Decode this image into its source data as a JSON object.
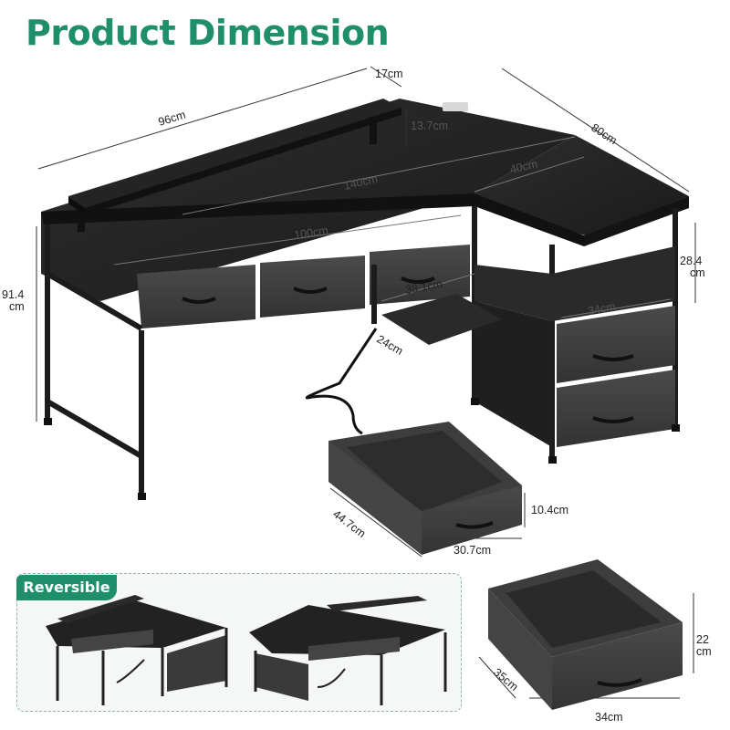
{
  "title": "Product Dimension",
  "badge": "Reversible",
  "dimensions": {
    "shelf_depth": "17cm",
    "shelf_width": "96cm",
    "shelf_height": "13.7cm",
    "side_depth": "80cm",
    "total_width": "140cm",
    "side_width": "40cm",
    "desk_width": "100cm",
    "height": "91.4",
    "height_unit": "cm",
    "cabinet_shelf_height": "28.4",
    "cabinet_shelf_height_unit": "cm",
    "keyboard_tray_width": "38.1cm",
    "keyboard_tray_depth": "24cm",
    "cabinet_width": "34cm",
    "small_drawer_depth": "44.7cm",
    "small_drawer_height": "10.4cm",
    "small_drawer_width": "30.7cm",
    "large_drawer_height": "22",
    "large_drawer_height_unit": "cm",
    "large_drawer_depth": "35cm",
    "large_drawer_width": "34cm"
  }
}
